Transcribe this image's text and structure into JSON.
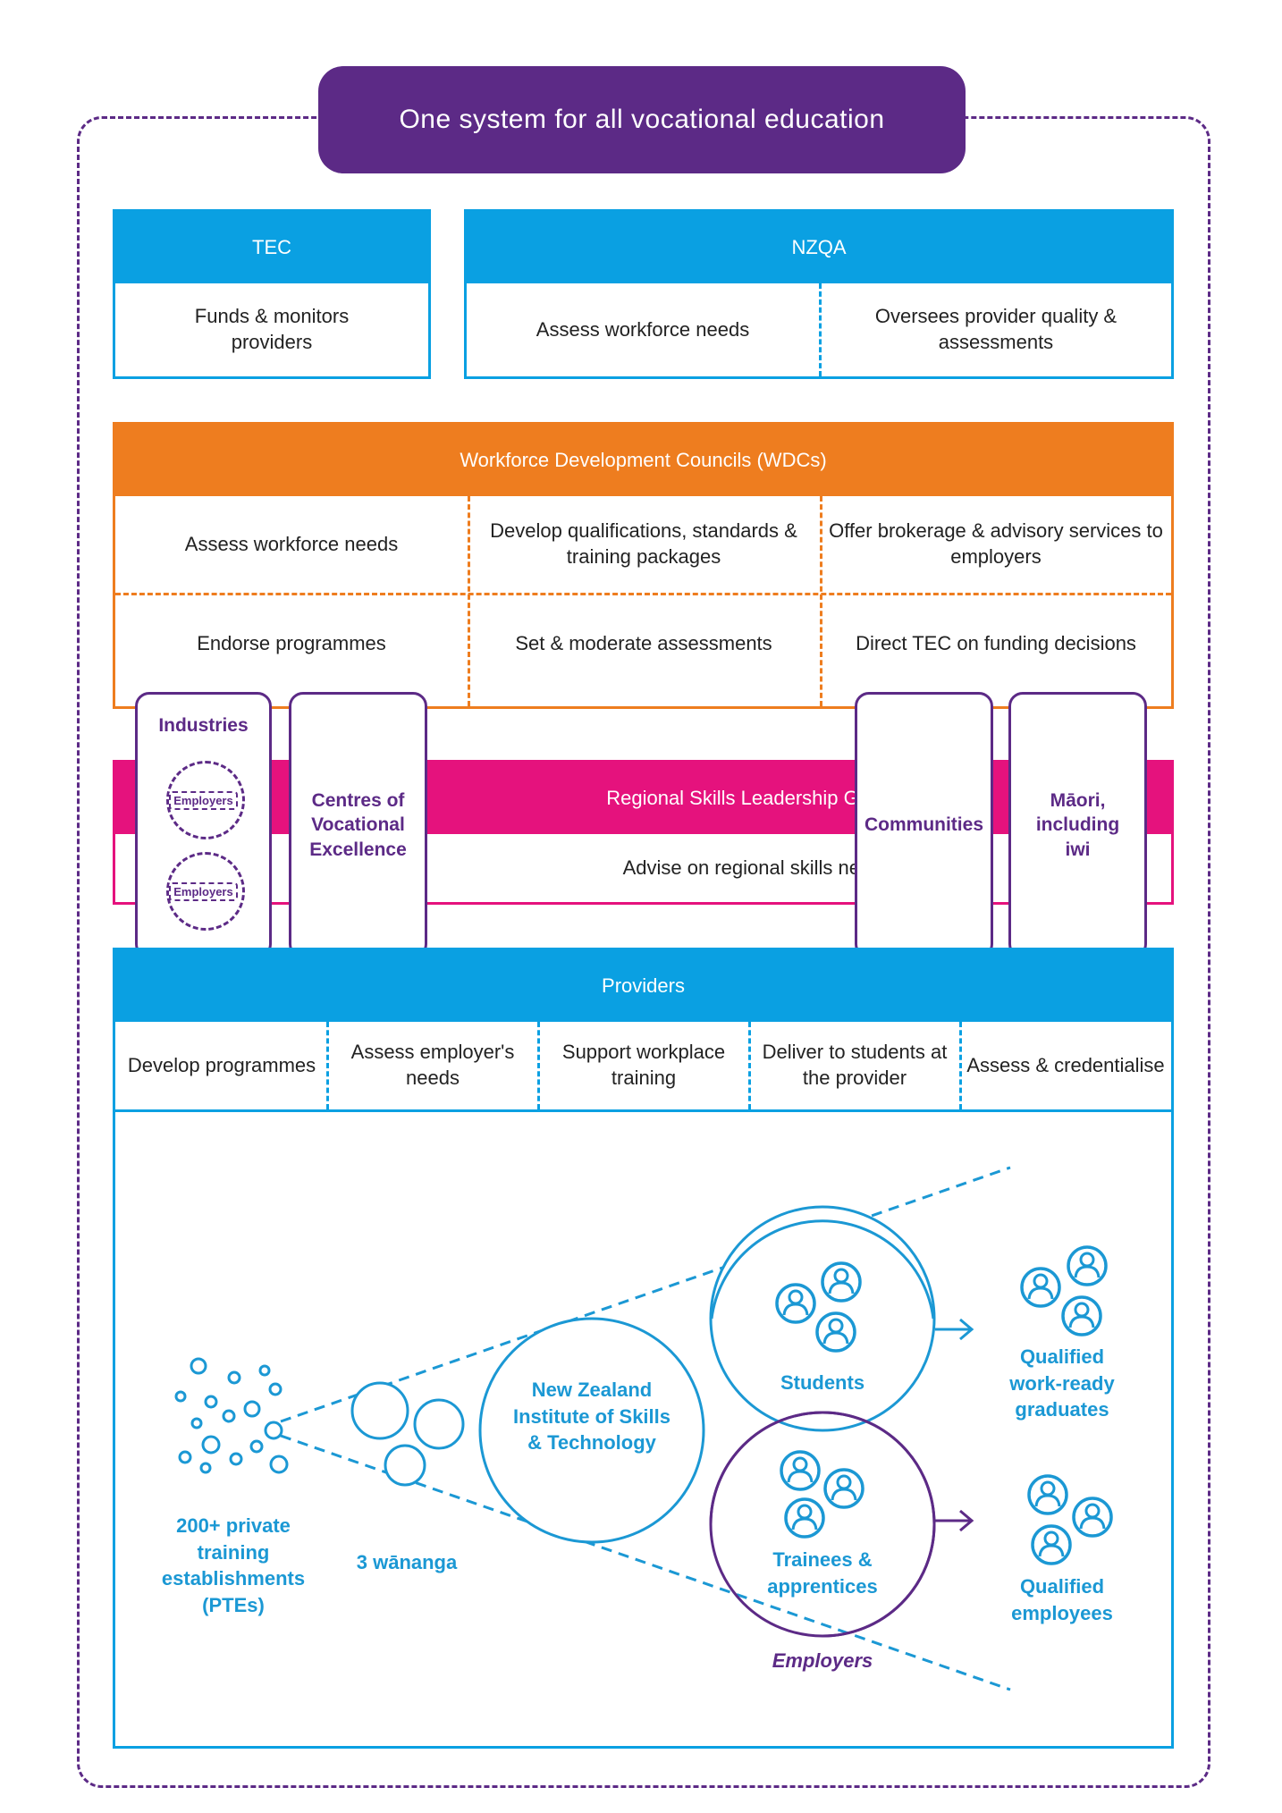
{
  "title": "One system for all vocational education",
  "tec": {
    "heading": "TEC",
    "role": "Funds & monitors providers"
  },
  "nzqa": {
    "heading": "NZQA",
    "roles": [
      "Assess workforce needs",
      "Oversees provider quality & assessments"
    ]
  },
  "wdc": {
    "heading": "Workforce Development Councils (WDCs)",
    "roles": [
      "Assess workforce needs",
      "Develop qualifications, standards & training packages",
      "Offer brokerage & advisory services to employers",
      "Endorse programmes",
      "Set & moderate assessments",
      "Direct TEC on funding decisions"
    ]
  },
  "pillars": {
    "industries": "Industries",
    "employers": "Employers",
    "cove": "Centres of Vocational Excellence",
    "communities": "Communities",
    "maori": "Māori, including iwi"
  },
  "rslg": {
    "heading": "Regional Skills Leadership Groups",
    "role": "Advise on regional skills needs"
  },
  "providers": {
    "heading": "Providers",
    "roles": [
      "Develop programmes",
      "Assess employer's needs",
      "Support workplace training",
      "Deliver to students at the provider",
      "Assess & credentialise"
    ]
  },
  "flow": {
    "ptes": "200+ private training establishments (PTEs)",
    "wananga": "3 wānanga",
    "nzist": "New Zealand Institute of Skills & Technology",
    "students": "Students",
    "trainees": "Trainees & apprentices",
    "employers": "Employers",
    "graduates": "Qualified work-ready graduates",
    "employees": "Qualified employees"
  },
  "colors": {
    "purple": "#5c2a86",
    "blue": "#0aa0e2",
    "cyan": "#1b98d4",
    "orange": "#ee7d1f",
    "pink": "#e5127d"
  }
}
